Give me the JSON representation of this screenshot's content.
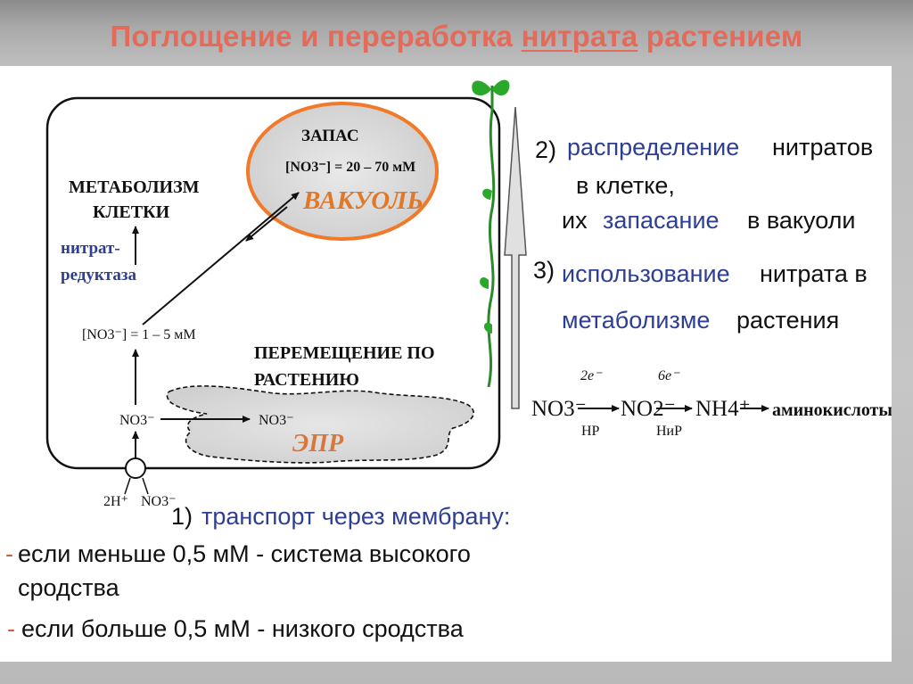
{
  "title": {
    "part1": "Поглощение и переработка ",
    "underlined": "нитрата",
    "part2": " растением"
  },
  "cell": {
    "storage_title": "ЗАПАС",
    "vacuole_concentration": "[NO3⁻] = 20 – 70 мМ",
    "vacuole_label": "ВАКУОЛЬ",
    "metabolism_line1": "МЕТАБОЛИЗМ",
    "metabolism_line2": "КЛЕТКИ",
    "enzyme_line1": "нитрат-",
    "enzyme_line2": "редуктаза",
    "cytosol_concentration": "[NO3⁻] = 1 – 5 мМ",
    "transport_line1": "ПЕРЕМЕЩЕНИЕ ПО",
    "transport_line2": "РАСТЕНИЮ",
    "er_label": "ЭПР",
    "nitrate_inner": "NO3⁻",
    "nitrate_er": "NO3⁻",
    "proton": "2H⁺",
    "nitrate_outside": "NO3⁻"
  },
  "points": {
    "p2_num": "2)",
    "p2_blue": "распределение",
    "p2_black1": "нитратов",
    "p2_line2": "в клетке,",
    "p2_line3a": "их",
    "p2_line3_blue": "запасание",
    "p2_line3b": "в вакуоли",
    "p3_num": "3)",
    "p3_blue": "использование",
    "p3_black": "нитрата в",
    "p3_line2_blue": "метаболизме",
    "p3_line2_black": "растения",
    "p1_num": "1)",
    "p1_blue": "транспорт через мембрану:",
    "bullet1_line1": "если меньше 0,5 мМ - система высокого",
    "bullet1_line2": "сродства",
    "bullet2": "если больше 0,5 мМ - низкого сродства",
    "bullet_marker": "-"
  },
  "reaction": {
    "nitrate": "NO3⁻",
    "e1": "2e⁻",
    "enzyme1": "НР",
    "nitrite": "NO2⁻",
    "e2": "6e⁻",
    "enzyme2": "НиР",
    "ammonium": "NH4⁺",
    "product": "аминокислоты"
  },
  "colors": {
    "title": "#e46a5a",
    "blue_text": "#2e3f93",
    "vacuole_border": "#f07a2a",
    "vacuole_label": "#e0782a"
  }
}
